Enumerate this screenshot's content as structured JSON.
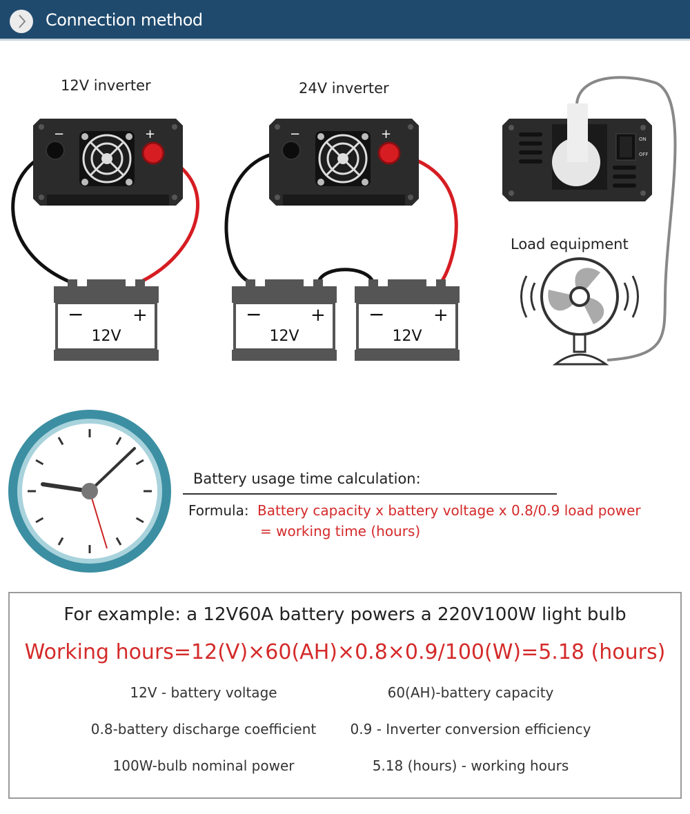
{
  "header": {
    "title": "Connection method",
    "icon": "chevron-right-icon",
    "color": "#1f4a6e"
  },
  "diagram": {
    "inverter_12v_label": "12V inverter",
    "inverter_24v_label": "24V inverter",
    "load_label": "Load equipment",
    "battery_voltage": "12V",
    "minus": "−",
    "plus": "+",
    "switch_on": "ON",
    "switch_off": "OFF"
  },
  "calculation": {
    "title": "Battery usage time calculation:",
    "formula_label": "Formula:",
    "formula_line1": "Battery capacity x battery voltage x 0.8/0.9 load power",
    "formula_line2": "= working time (hours)",
    "accent": "#d42a2a"
  },
  "example": {
    "title": "For example: a 12V60A battery powers a 220V100W light bulb",
    "formula": "Working hours=12(V)×60(AH)×0.8×0.9/100(W)=5.18 (hours)",
    "notes": [
      "12V - battery voltage",
      "60(AH)-battery capacity",
      "0.8-battery discharge coefficient",
      "0.9 - Inverter conversion efficiency",
      "100W-bulb nominal power",
      "5.18 (hours) - working hours"
    ]
  }
}
